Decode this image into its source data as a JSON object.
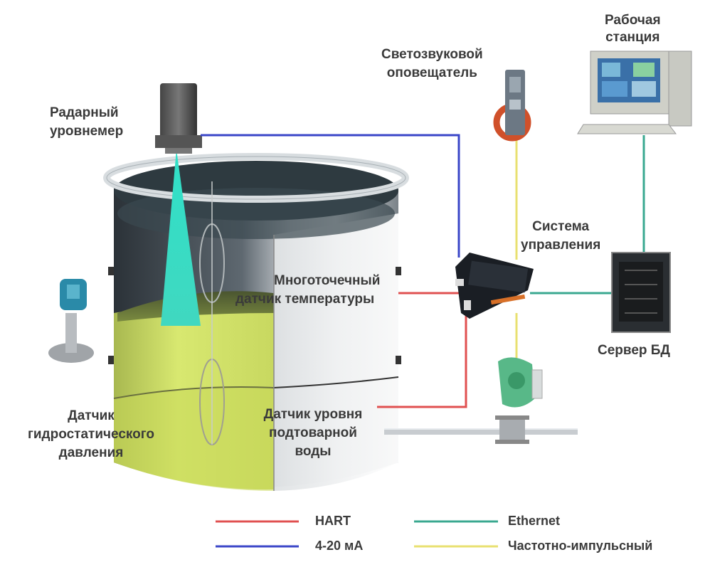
{
  "diagram": {
    "labels": {
      "radar_line1": "Радарный",
      "radar_line2": "уровнемер",
      "alarm_line1": "Светозвуковой",
      "alarm_line2": "оповещатель",
      "workstation_line1": "Рабочая",
      "workstation_line2": "станция",
      "control_line1": "Система",
      "control_line2": "управления",
      "multipoint_line1": "Многоточечный",
      "multipoint_line2": "датчик температуры",
      "dbserver": "Сервер БД",
      "hydro_line1": "Датчик",
      "hydro_line2": "гидростатического",
      "hydro_line3": "давления",
      "water_line1": "Датчик уровня",
      "water_line2": "подтоварной",
      "water_line3": "воды"
    },
    "legend": [
      {
        "name": "HART",
        "color": "#e05050"
      },
      {
        "name": "4-20 мА",
        "color": "#3a46c8"
      },
      {
        "name": "Ethernet",
        "color": "#3aa890"
      },
      {
        "name": "Частотно-импульсный",
        "color": "#e8e070"
      }
    ],
    "colors": {
      "hart": "#e05050",
      "ma420": "#3a46c8",
      "ethernet": "#3aa890",
      "pulse": "#e8e070",
      "liquid": "#d8e870",
      "radar_beam": "#30e0c8"
    }
  }
}
